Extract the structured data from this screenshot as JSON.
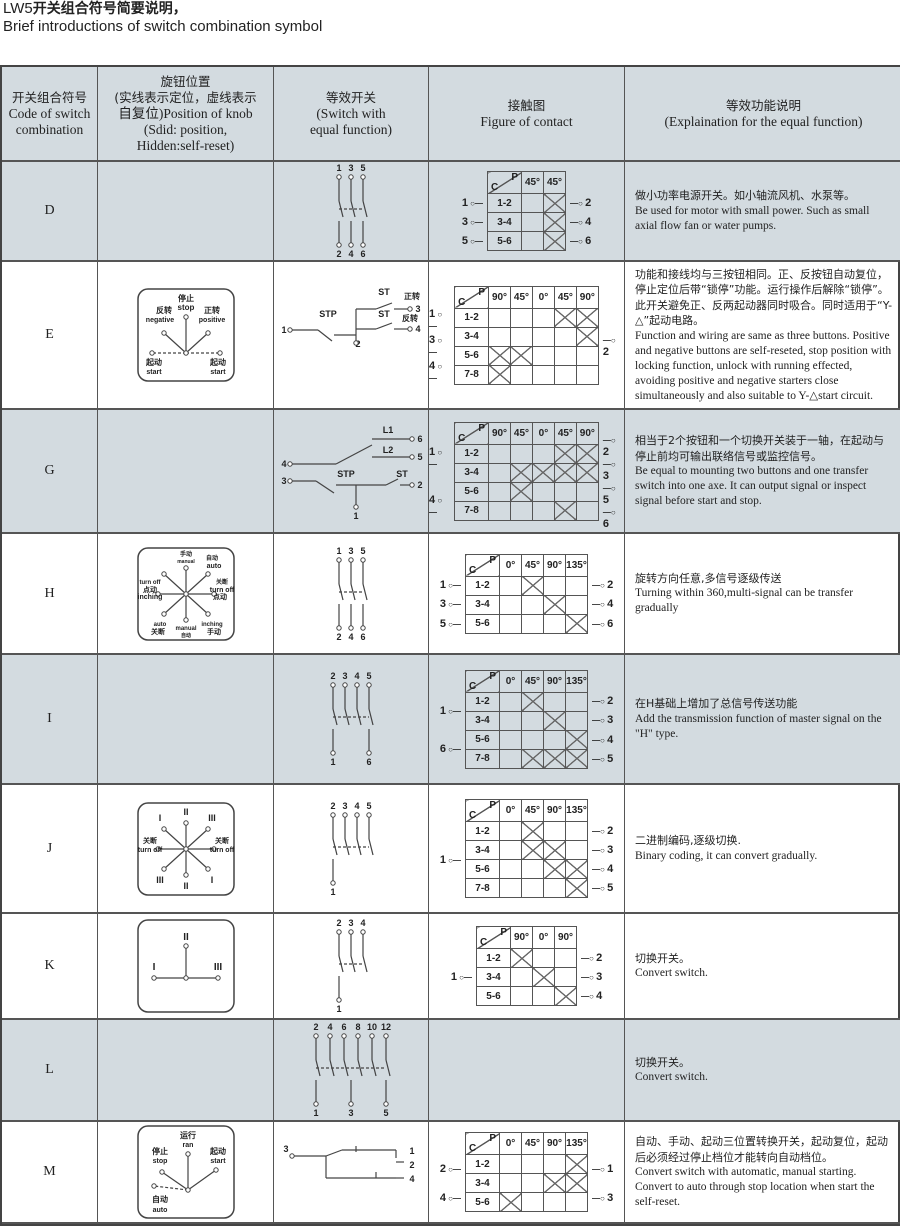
{
  "title": {
    "prefix": "LW5",
    "cn": "开关组合符号简要说明，",
    "en": "Brief introductions of switch combination symbol"
  },
  "header": {
    "code": {
      "cn": "开关组合符号",
      "en1": "Code of switch",
      "en2": "combination"
    },
    "knob": {
      "cn1": "旋钮位置",
      "cn2": "(实线表示定位，虚线表示",
      "cn3": "自复位)Position of knob",
      "en1": "(Sdid: position,",
      "en2": "Hidden:self-reset)"
    },
    "switch": {
      "cn": "等效开关",
      "en1": "(Switch with",
      "en2": "equal function)"
    },
    "contact": {
      "cn": "接触图",
      "en": "Figure of contact"
    },
    "func": {
      "cn": "等效功能说明",
      "en": "(Explaination for the equal function)"
    }
  },
  "colors": {
    "gray_row": "#d3dbe0",
    "border": "#555555"
  },
  "contact_axis": {
    "p": "P",
    "c": "C"
  },
  "rows": [
    {
      "code": "D",
      "gray": true,
      "knob": null,
      "switch": {
        "type": "vertical",
        "top": [
          "1",
          "3",
          "5"
        ],
        "bottom": [
          "2",
          "4",
          "6"
        ]
      },
      "contact": {
        "angles": [
          "45°",
          "45°"
        ],
        "contacts": [
          {
            "c": "1-2",
            "m": [
              0,
              1
            ]
          },
          {
            "c": "3-4",
            "m": [
              0,
              1
            ]
          },
          {
            "c": "5-6",
            "m": [
              0,
              1
            ]
          }
        ],
        "left": [
          "1",
          "3",
          "5"
        ],
        "right": [
          "2",
          "4",
          "6"
        ]
      },
      "cn": "做小功率电源开关。如小轴流风机、水泵等。",
      "en": "Be used  for  motor with small power. Such as small axial flow fan  or water pumps."
    },
    {
      "code": "E",
      "gray": false,
      "knob": {
        "type": "E",
        "labels": [
          "停止",
          "stop",
          "反转",
          "negative",
          "正转",
          "positive",
          "起动",
          "start",
          "起动",
          "start"
        ]
      },
      "switch": {
        "type": "E",
        "labels": [
          "1",
          "2",
          "3",
          "4",
          "STP",
          "ST",
          "ST",
          "正转",
          "反转"
        ]
      },
      "contact": {
        "angles": [
          "90°",
          "45°",
          "0°",
          "45°",
          "90°"
        ],
        "contacts": [
          {
            "c": "1-2",
            "m": [
              0,
              0,
              0,
              1,
              1
            ]
          },
          {
            "c": "3-4",
            "m": [
              0,
              0,
              0,
              0,
              1
            ]
          },
          {
            "c": "5-6",
            "m": [
              1,
              1,
              0,
              0,
              0
            ]
          },
          {
            "c": "7-8",
            "m": [
              1,
              0,
              0,
              0,
              0
            ]
          }
        ],
        "left": [
          "1",
          "3",
          "4"
        ],
        "right": [
          "2"
        ]
      },
      "cn": "功能和接线均与三按钮相同。正、反按钮自动复位，停止定位后带“锁停”功能。运行操作后解除“锁停”。此开关避免正、反两起动器同时吸合。同时适用于“Y-△”起动电路。",
      "en": "Function and wiring are same as three buttons. Positive and negative buttons are self-reseted,  stop position with locking function, unlock with running effected, avoiding positive and negative starters close simultaneously and also suitable to Y-△start circuit."
    },
    {
      "code": "G",
      "gray": true,
      "knob": null,
      "switch": {
        "type": "G",
        "labels": [
          "L1",
          "L2",
          "STP",
          "ST",
          "1",
          "2",
          "3",
          "4",
          "5",
          "6"
        ]
      },
      "contact": {
        "angles": [
          "90°",
          "45°",
          "0°",
          "45°",
          "90°"
        ],
        "contacts": [
          {
            "c": "1-2",
            "m": [
              0,
              0,
              0,
              1,
              1
            ]
          },
          {
            "c": "3-4",
            "m": [
              0,
              1,
              1,
              1,
              1
            ]
          },
          {
            "c": "5-6",
            "m": [
              0,
              1,
              0,
              0,
              0
            ]
          },
          {
            "c": "7-8",
            "m": [
              0,
              0,
              0,
              1,
              0
            ]
          }
        ],
        "left": [
          "1",
          "4"
        ],
        "right": [
          "2",
          "3",
          "5",
          "6"
        ]
      },
      "cn": "相当于2个按钮和一个切换开关装于一轴，在起动与停止前均可输出联络信号或监控信号。",
      "en": "Be equal  to mounting two buttons and one transfer  switch into  one axe. It can output signal or inspect signal before start  and stop."
    },
    {
      "code": "H",
      "gray": false,
      "knob": {
        "type": "H",
        "labels": [
          "手动",
          "manual",
          "自动",
          "auto",
          "关断",
          "turn off",
          "点动",
          "inching",
          "手动",
          "manual",
          "自动",
          "auto",
          "关断",
          "turn off",
          "点动",
          "inching"
        ]
      },
      "switch": {
        "type": "vertical",
        "top": [
          "1",
          "3",
          "5"
        ],
        "bottom": [
          "2",
          "4",
          "6"
        ]
      },
      "contact": {
        "angles": [
          "0°",
          "45°",
          "90°",
          "135°"
        ],
        "contacts": [
          {
            "c": "1-2",
            "m": [
              0,
              1,
              0,
              0
            ]
          },
          {
            "c": "3-4",
            "m": [
              0,
              0,
              1,
              0
            ]
          },
          {
            "c": "5-6",
            "m": [
              0,
              0,
              0,
              1
            ]
          }
        ],
        "left": [
          "1",
          "3",
          "5"
        ],
        "right": [
          "2",
          "4",
          "6"
        ]
      },
      "cn": "旋转方向任意,多信号逐级传送",
      "en": "Turning within 360,multi-signal can be transfer gradually"
    },
    {
      "code": "I",
      "gray": true,
      "knob": null,
      "switch": {
        "type": "vertical",
        "top": [
          "2",
          "3",
          "4",
          "5"
        ],
        "bottom": [
          "1",
          "6"
        ]
      },
      "contact": {
        "angles": [
          "0°",
          "45°",
          "90°",
          "135°"
        ],
        "contacts": [
          {
            "c": "1-2",
            "m": [
              0,
              1,
              0,
              0
            ]
          },
          {
            "c": "3-4",
            "m": [
              0,
              0,
              1,
              0
            ]
          },
          {
            "c": "5-6",
            "m": [
              0,
              0,
              0,
              1
            ]
          },
          {
            "c": "7-8",
            "m": [
              0,
              1,
              1,
              1
            ]
          }
        ],
        "left": [
          "1",
          "6"
        ],
        "right": [
          "2",
          "3",
          "4",
          "5"
        ]
      },
      "cn": "在H基础上增加了总信号传送功能",
      "en": "Add  the  transmission  function   of  master signal on  the  \"H\" type."
    },
    {
      "code": "J",
      "gray": false,
      "knob": {
        "type": "J",
        "labels": [
          "II",
          "III",
          "关断",
          "turn off",
          "I",
          "II",
          "III",
          "关断",
          "turn off",
          "I"
        ]
      },
      "switch": {
        "type": "vertical",
        "top": [
          "2",
          "3",
          "4",
          "5"
        ],
        "bottom": [
          "1"
        ]
      },
      "contact": {
        "angles": [
          "0°",
          "45°",
          "90°",
          "135°"
        ],
        "contacts": [
          {
            "c": "1-2",
            "m": [
              0,
              1,
              0,
              0
            ]
          },
          {
            "c": "3-4",
            "m": [
              0,
              1,
              1,
              0
            ]
          },
          {
            "c": "5-6",
            "m": [
              0,
              0,
              1,
              1
            ]
          },
          {
            "c": "7-8",
            "m": [
              0,
              0,
              0,
              1
            ]
          }
        ],
        "left": [
          "1"
        ],
        "right": [
          "2",
          "3",
          "4",
          "5"
        ]
      },
      "cn": "二进制编码,逐级切换.",
      "en": "Binary coding, it can convert gradually."
    },
    {
      "code": "K",
      "gray": false,
      "knob": {
        "type": "K",
        "labels": [
          "II",
          "I",
          "III"
        ]
      },
      "switch": {
        "type": "vertical",
        "top": [
          "2",
          "3",
          "4"
        ],
        "bottom": [
          "1"
        ]
      },
      "contact": {
        "angles": [
          "90°",
          "0°",
          "90°"
        ],
        "contacts": [
          {
            "c": "1-2",
            "m": [
              1,
              0,
              0
            ]
          },
          {
            "c": "3-4",
            "m": [
              0,
              1,
              0
            ]
          },
          {
            "c": "5-6",
            "m": [
              0,
              0,
              1
            ]
          }
        ],
        "left": [
          "1"
        ],
        "right": [
          "2",
          "3",
          "4"
        ]
      },
      "cn": "切换开关。",
      "en": "Convert  switch."
    },
    {
      "code": "L",
      "gray": true,
      "knob": null,
      "switch": {
        "type": "vertical",
        "top": [
          "2",
          "4",
          "6",
          "8",
          "10",
          "12"
        ],
        "bottom": [
          "1",
          "3",
          "5"
        ]
      },
      "contact": null,
      "cn": "切换开关。",
      "en": "Convert  switch."
    },
    {
      "code": "M",
      "gray": false,
      "knob": {
        "type": "M",
        "labels": [
          "运行",
          "ran",
          "停止",
          "stop",
          "起动",
          "start",
          "自动",
          "auto"
        ]
      },
      "switch": {
        "type": "M",
        "labels": [
          "3",
          "1",
          "2",
          "4"
        ]
      },
      "contact": {
        "angles": [
          "0°",
          "45°",
          "90°",
          "135°"
        ],
        "contacts": [
          {
            "c": "1-2",
            "m": [
              0,
              0,
              0,
              1
            ]
          },
          {
            "c": "3-4",
            "m": [
              0,
              0,
              1,
              1
            ]
          },
          {
            "c": "5-6",
            "m": [
              1,
              0,
              0,
              0
            ]
          }
        ],
        "left": [
          "2",
          "4"
        ],
        "right": [
          "1",
          "3"
        ]
      },
      "cn": "自动、手动、起动三位置转换开关，起动复位，起动后必须经过停止档位才能转向自动档位。",
      "en": "Convert switch with automatic, manual starting. Convert to auto  through stop location when start the self-reset."
    }
  ]
}
